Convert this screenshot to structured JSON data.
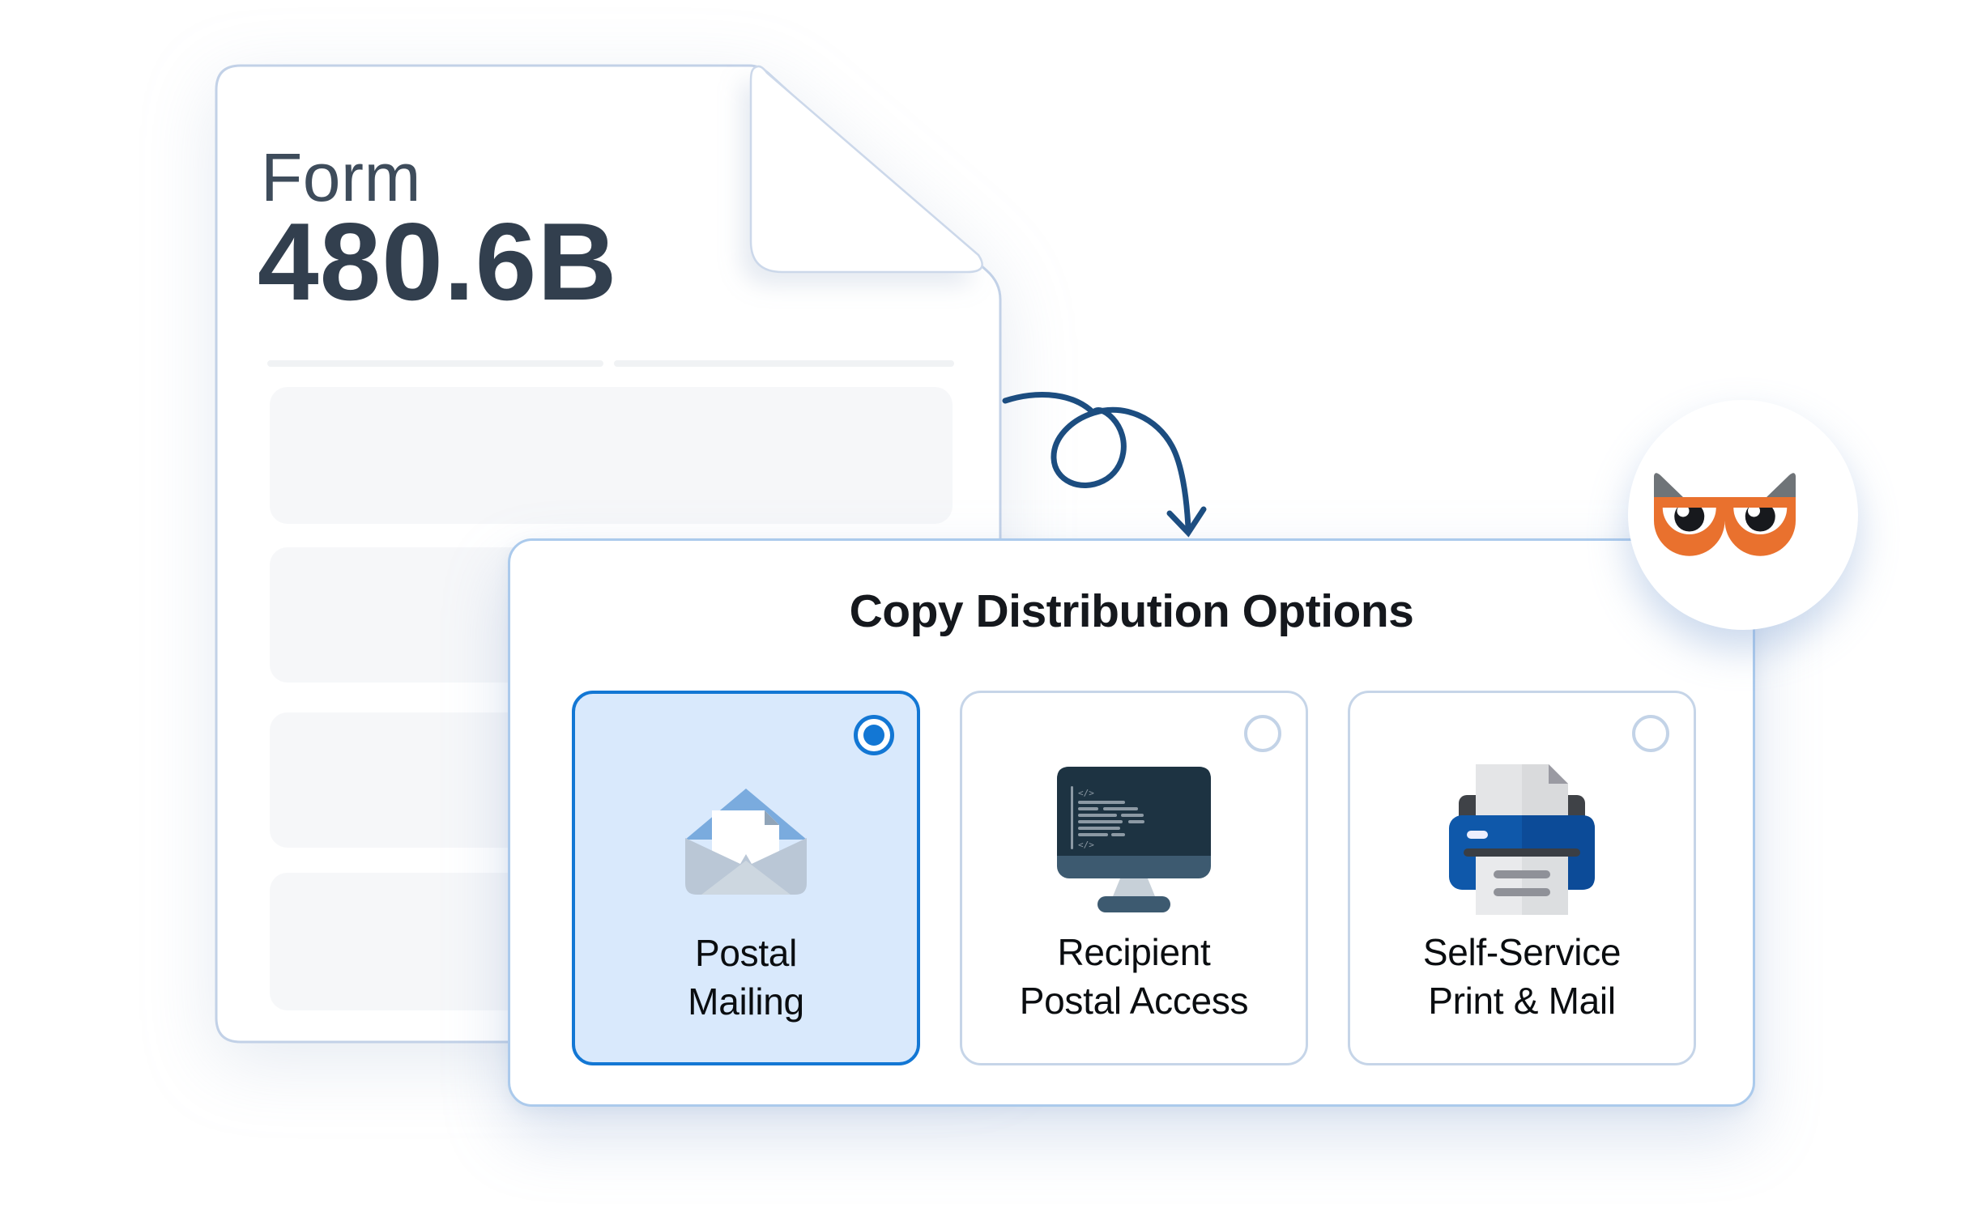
{
  "form_document": {
    "title_label": "Form",
    "form_number": "480.6B",
    "placeholder_blocks": 4
  },
  "panel": {
    "title": "Copy Distribution Options",
    "options": [
      {
        "label_line1": "Postal",
        "label_line2": "Mailing",
        "icon": "envelope-icon",
        "selected": true
      },
      {
        "label_line1": "Recipient",
        "label_line2": "Postal Access",
        "icon": "monitor-code-icon",
        "selected": false,
        "icon_glyph": "</>"
      },
      {
        "label_line1": "Self-Service",
        "label_line2": "Print & Mail",
        "icon": "printer-icon",
        "selected": false
      }
    ]
  },
  "mascot": {
    "icon": "owl-glasses-mascot"
  },
  "colors": {
    "accent_blue": "#1377d4",
    "selected_card_bg": "#d9e9fc",
    "card_border": "#c6d5e8",
    "radio_border": "#c3d3e7",
    "panel_border": "#abcaec",
    "form_border": "#c2d1e7",
    "arrow_navy": "#1c4d80",
    "owl_orange": "#e9712e",
    "owl_ear_gray": "#6f7478",
    "title_dark": "#15181d",
    "label_dark": "#0a0d10",
    "form_title_color": "#3e4c5b",
    "form_number_color": "#323f4e",
    "block_gray": "#f6f7f9",
    "line_gray": "#f0f2f4"
  }
}
